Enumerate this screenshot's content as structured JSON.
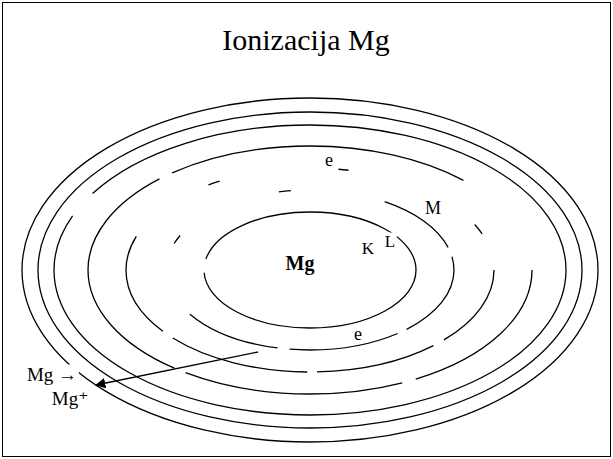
{
  "diagram": {
    "title": "Ionizacija Mg",
    "labels": [
      "e",
      "M",
      "K",
      "L",
      "Mg",
      "e",
      "Mg →",
      "Mg⁺"
    ]
  }
}
